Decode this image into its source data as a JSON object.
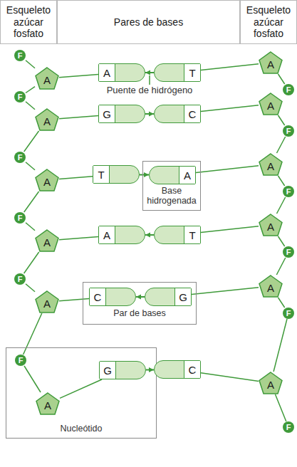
{
  "diagram": {
    "nodes": [
      {
        "text": [
          "Esqueleto azúcar fosfato"
        ]
      },
      {
        "text": [
          "Pares de bases"
        ]
      },
      {
        "text": [
          "Esqueleto azúcar fosfato"
        ]
      },
      {
        "text": [
          "F"
        ]
      },
      {
        "text": [
          "A"
        ]
      },
      {
        "text": [
          "A"
        ]
      },
      {
        "text": [
          "T"
        ]
      },
      {
        "text": [
          "A"
        ]
      },
      {
        "text": [
          "F"
        ]
      },
      {
        "text": [
          "F"
        ]
      },
      {
        "text": [
          "A"
        ]
      },
      {
        "text": [
          "G"
        ]
      },
      {
        "text": [
          "C"
        ]
      },
      {
        "text": [
          "A"
        ]
      },
      {
        "text": [
          "F"
        ]
      },
      {
        "text": [
          "F"
        ]
      },
      {
        "text": [
          "A"
        ]
      },
      {
        "text": [
          "T"
        ]
      },
      {
        "text": [
          "Base hidrogenada"
        ]
      },
      {
        "text": [
          "A"
        ],
        "in": 18
      },
      {
        "text": [
          "A"
        ]
      },
      {
        "text": [
          "F"
        ]
      },
      {
        "text": [
          "F"
        ]
      },
      {
        "text": [
          "A"
        ]
      },
      {
        "text": [
          "A"
        ]
      },
      {
        "text": [
          "T"
        ]
      },
      {
        "text": [
          "A"
        ]
      },
      {
        "text": [
          "F"
        ]
      },
      {
        "text": [
          "F"
        ]
      },
      {
        "text": [
          "A"
        ]
      },
      {
        "text": [
          "Par de bases"
        ]
      },
      {
        "text": [
          "C"
        ],
        "in": 30
      },
      {
        "text": [
          "G"
        ],
        "in": 30
      },
      {
        "text": [
          "A"
        ]
      },
      {
        "text": [
          "F"
        ]
      },
      {
        "text": [
          "Nucleótido"
        ]
      },
      {
        "text": [
          "F"
        ],
        "in": 35
      },
      {
        "text": [
          "A"
        ],
        "in": 35
      },
      {
        "text": [
          "G"
        ],
        "in": 35
      },
      {
        "text": [
          "C"
        ]
      },
      {
        "text": [
          "A"
        ]
      },
      {
        "text": [
          "F"
        ]
      }
    ],
    "edges": [
      {
        "from": 6,
        "to": 5,
        "arrow": "to"
      },
      {
        "from": 11,
        "to": 12,
        "arrow": "to"
      },
      {
        "from": 17,
        "to": 19,
        "arrow": "to"
      },
      {
        "from": 25,
        "to": 24,
        "arrow": "to"
      },
      {
        "from": 32,
        "to": 31,
        "arrow": "to"
      },
      {
        "from": 38,
        "to": 39,
        "arrow": "to"
      },
      {
        "from": 4,
        "to": 5,
        "arrow": "none"
      },
      {
        "from": 6,
        "to": 7,
        "arrow": "none"
      },
      {
        "from": 10,
        "to": 11,
        "arrow": "none"
      },
      {
        "from": 12,
        "to": 13,
        "arrow": "none"
      },
      {
        "from": 16,
        "to": 17,
        "arrow": "none"
      },
      {
        "from": 19,
        "to": 20,
        "arrow": "none"
      },
      {
        "from": 23,
        "to": 24,
        "arrow": "none"
      },
      {
        "from": 25,
        "to": 26,
        "arrow": "none"
      },
      {
        "from": 29,
        "to": 31,
        "arrow": "none"
      },
      {
        "from": 32,
        "to": 33,
        "arrow": "none"
      },
      {
        "from": 37,
        "to": 38,
        "arrow": "none"
      },
      {
        "from": 39,
        "to": 40,
        "arrow": "none"
      },
      {
        "from": 3,
        "to": 4,
        "arrow": "none"
      },
      {
        "from": 4,
        "to": 9,
        "arrow": "none"
      },
      {
        "from": 9,
        "to": 10,
        "arrow": "none"
      },
      {
        "from": 10,
        "to": 15,
        "arrow": "none"
      },
      {
        "from": 15,
        "to": 16,
        "arrow": "none"
      },
      {
        "from": 16,
        "to": 22,
        "arrow": "none"
      },
      {
        "from": 22,
        "to": 23,
        "arrow": "none"
      },
      {
        "from": 23,
        "to": 28,
        "arrow": "none"
      },
      {
        "from": 28,
        "to": 29,
        "arrow": "none"
      },
      {
        "from": 29,
        "to": 36,
        "arrow": "none"
      },
      {
        "from": 36,
        "to": 37,
        "arrow": "none"
      },
      {
        "from": 7,
        "to": 8,
        "arrow": "none"
      },
      {
        "from": 8,
        "to": 13,
        "arrow": "none"
      },
      {
        "from": 13,
        "to": 14,
        "arrow": "none"
      },
      {
        "from": 14,
        "to": 20,
        "arrow": "none"
      },
      {
        "from": 20,
        "to": 21,
        "arrow": "none"
      },
      {
        "from": 21,
        "to": 26,
        "arrow": "none"
      },
      {
        "from": 26,
        "to": 27,
        "arrow": "none"
      },
      {
        "from": 27,
        "to": 33,
        "arrow": "none"
      },
      {
        "from": 33,
        "to": 34,
        "arrow": "none"
      },
      {
        "from": 34,
        "to": 40,
        "arrow": "none"
      },
      {
        "from": 40,
        "to": 41,
        "arrow": "none"
      }
    ],
    "labels": [
      "Puente de hidrógeno"
    ]
  }
}
